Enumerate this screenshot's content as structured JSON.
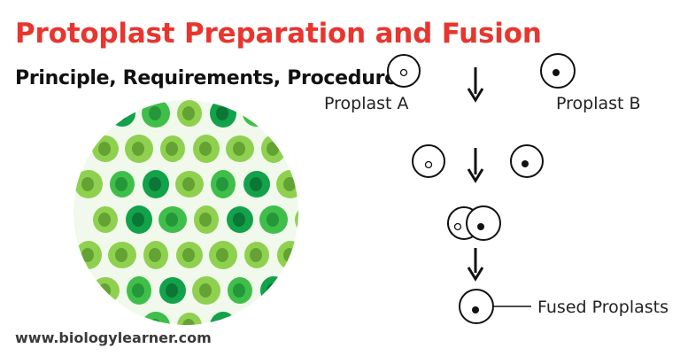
{
  "header": {
    "title": "Protoplast Preparation and Fusion",
    "subtitle": "Principle, Requirements, Procedure"
  },
  "footer": {
    "website": "www.biologylearner.com"
  },
  "diagram": {
    "label_a": "Proplast A",
    "label_b": "Proplast B",
    "label_fused": "Fused Proplasts"
  },
  "colors": {
    "title": "#e8352e",
    "cell_light": "#8fd14f",
    "cell_mid": "#3fbf4a",
    "cell_dark": "#12a24a"
  }
}
